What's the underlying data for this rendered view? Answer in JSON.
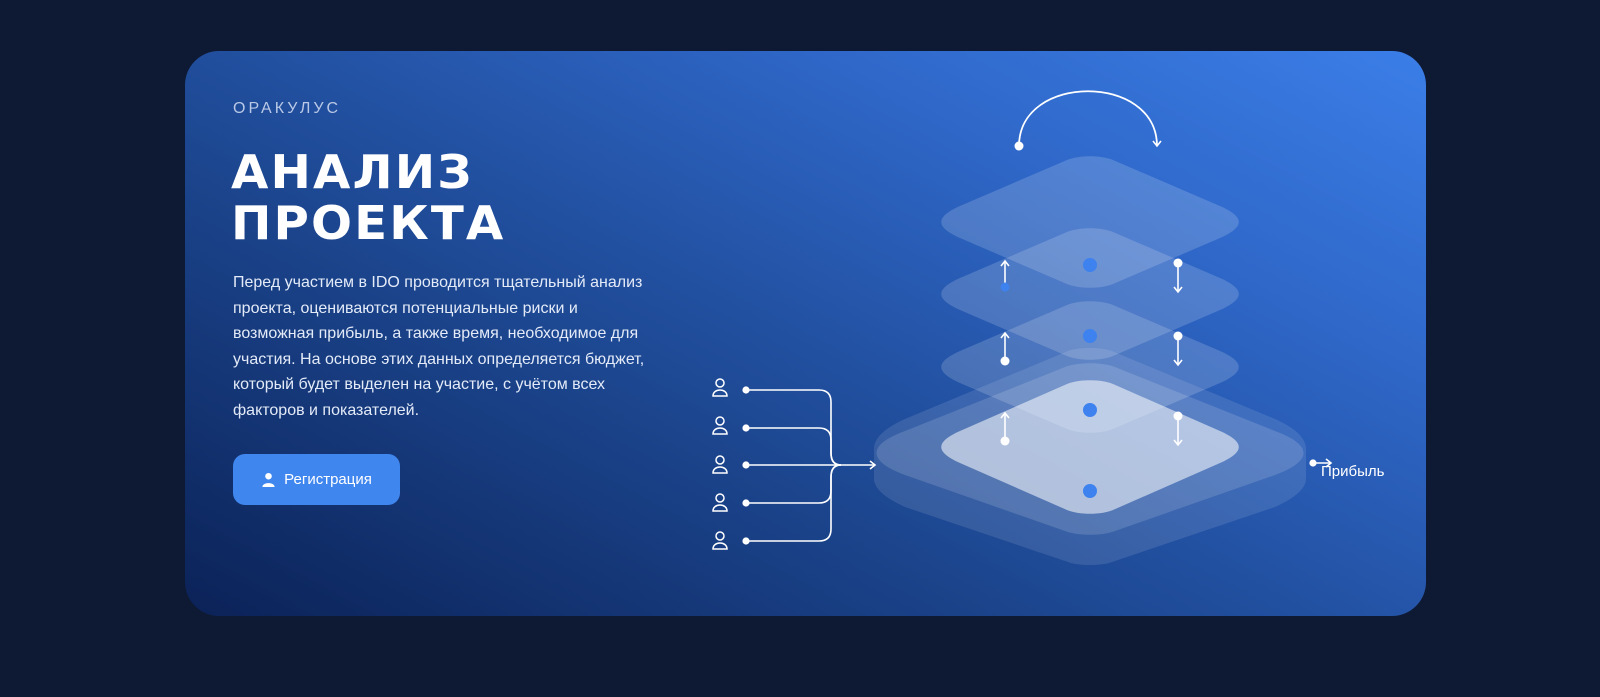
{
  "section": {
    "eyebrow": "ОРАКУЛУС",
    "title_line1": "АНАЛИЗ",
    "title_line2": "ПРОЕКТА",
    "description": "Перед участием в IDO проводится тщательный анализ проекта, оцениваются потенциальные риски и возможная прибыль, а также время, необходимое для участия. На основе этих данных определяется бюджет, который будет выделен на участие, с учётом всех факторов и показателей."
  },
  "button": {
    "label": "Регистрация",
    "icon": "user-icon"
  },
  "diagram": {
    "participant_icon": "user-icon",
    "output_label": "Прибыль"
  },
  "colors": {
    "page_bg": "#0e1a33",
    "card_gradient_start": "#0b2257",
    "card_gradient_end": "#3b7ee8",
    "accent": "#3f86ee"
  }
}
